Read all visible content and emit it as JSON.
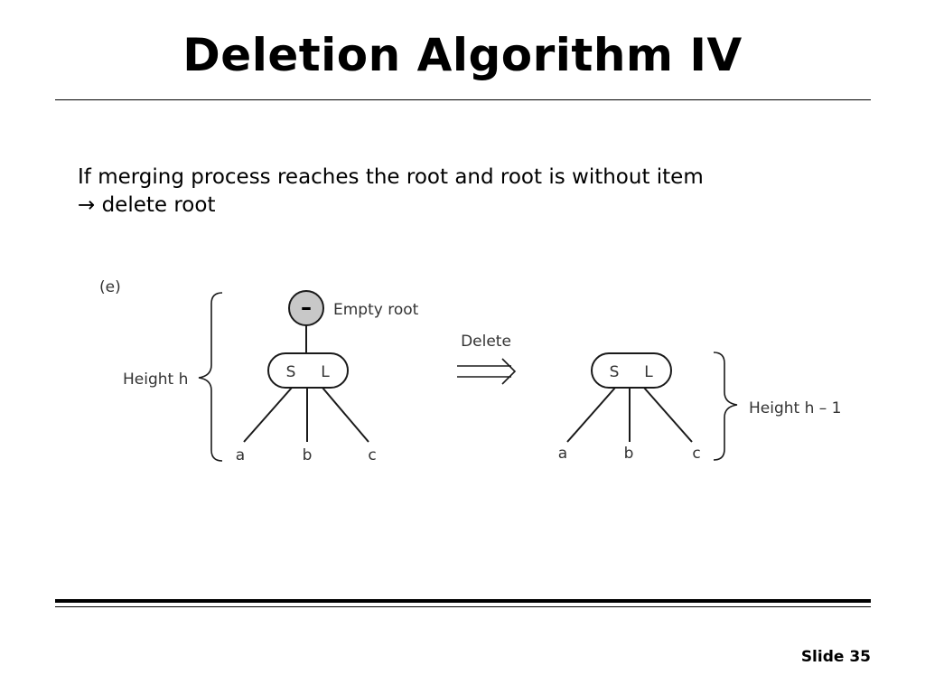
{
  "slide": {
    "title": "Deletion Algorithm IV",
    "body_lines": [
      "If merging process reaches the root and root is without item",
      "→ delete root"
    ],
    "slide_number": "Slide 35"
  },
  "figure": {
    "panel_label": "(e)",
    "left": {
      "height_label": "Height h",
      "root_symbol": "–",
      "root_label": "Empty root",
      "node_keys": [
        "S",
        "L"
      ],
      "children": [
        "a",
        "b",
        "c"
      ]
    },
    "transition_label": "Delete",
    "right": {
      "node_keys": [
        "S",
        "L"
      ],
      "children": [
        "a",
        "b",
        "c"
      ],
      "height_label": "Height h – 1"
    }
  },
  "colors": {
    "root_fill": "#c8c8c8",
    "stroke": "#1a1a1a",
    "figure_text": "#333333"
  }
}
